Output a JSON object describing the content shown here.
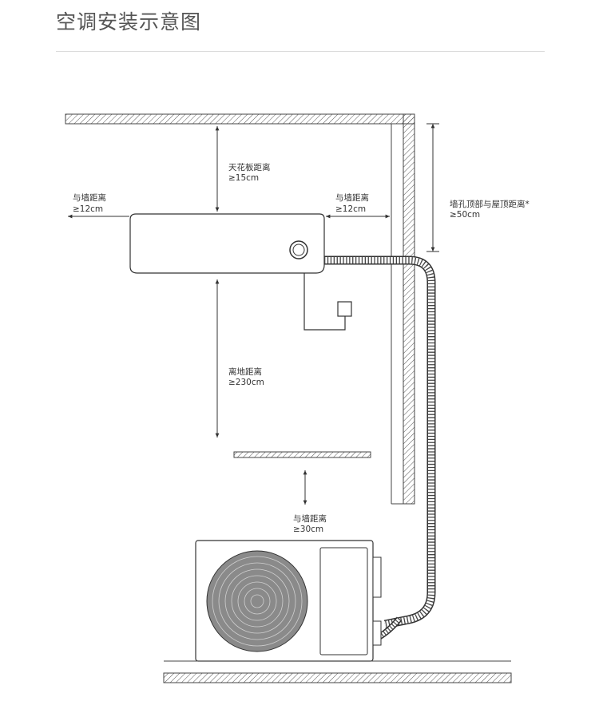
{
  "title": "空调安装示意图",
  "labels": {
    "ceiling_distance": {
      "name": "天花板距离",
      "value": "≥15cm"
    },
    "left_wall_distance": {
      "name": "与墙距离",
      "value": "≥12cm"
    },
    "right_wall_distance": {
      "name": "与墙距离",
      "value": "≥12cm"
    },
    "wall_hole_roof_distance": {
      "name": "墙孔顶部与屋顶距离*",
      "value": "≥50cm"
    },
    "floor_distance": {
      "name": "离地距离",
      "value": "≥230cm"
    },
    "outdoor_wall_distance": {
      "name": "与墙距离",
      "value": "≥30cm"
    }
  },
  "colors": {
    "line": "#333333",
    "hatch": "#555555",
    "fan": "#8a8a8a",
    "title": "#555555"
  },
  "icons": [
    "indoor-unit",
    "outdoor-unit",
    "fan-grille",
    "power-outlet",
    "refrigerant-pipe"
  ]
}
